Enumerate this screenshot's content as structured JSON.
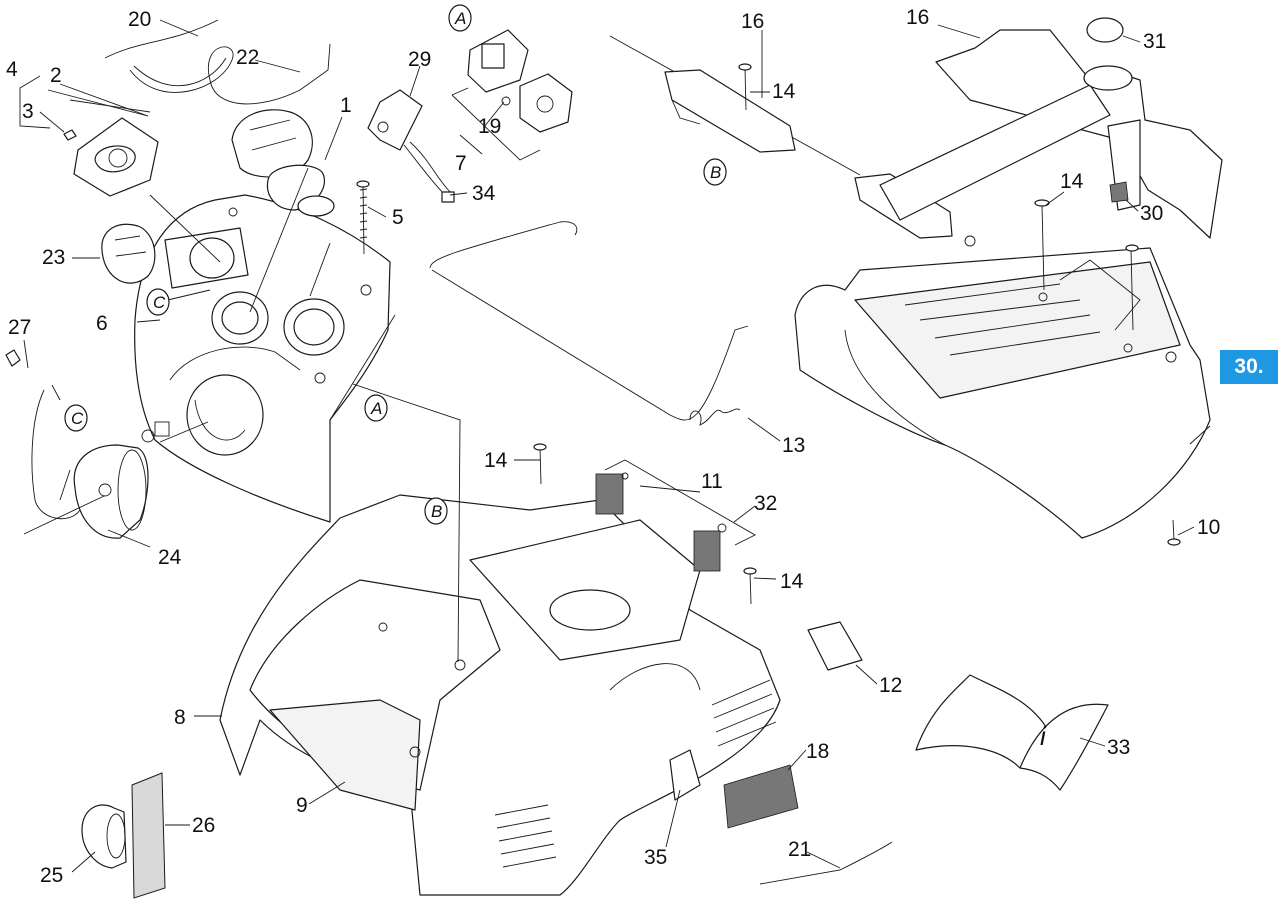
{
  "highlight": {
    "label": "30.",
    "color": "#1e98e3"
  },
  "callouts": {
    "c1": "1",
    "c2": "2",
    "c3": "3",
    "c4": "4",
    "c5": "5",
    "c6": "6",
    "c7": "7",
    "c8": "8",
    "c9": "9",
    "c10": "10",
    "c11": "11",
    "c12": "12",
    "c13": "13",
    "c14a": "14",
    "c14b": "14",
    "c14c": "14",
    "c14d": "14",
    "c16a": "16",
    "c16b": "16",
    "c18": "18",
    "c19": "19",
    "c20": "20",
    "c21": "21",
    "c22": "22",
    "c23": "23",
    "c24": "24",
    "c25": "25",
    "c26": "26",
    "c27": "27",
    "c29": "29",
    "c30": "30",
    "c31": "31",
    "c32": "32",
    "c33": "33",
    "c34": "34",
    "c35": "35"
  },
  "refs": {
    "a1": "A",
    "a2": "A",
    "b1": "B",
    "b2": "B",
    "cc1": "C",
    "cc2": "C"
  },
  "manual_glyph": "i"
}
